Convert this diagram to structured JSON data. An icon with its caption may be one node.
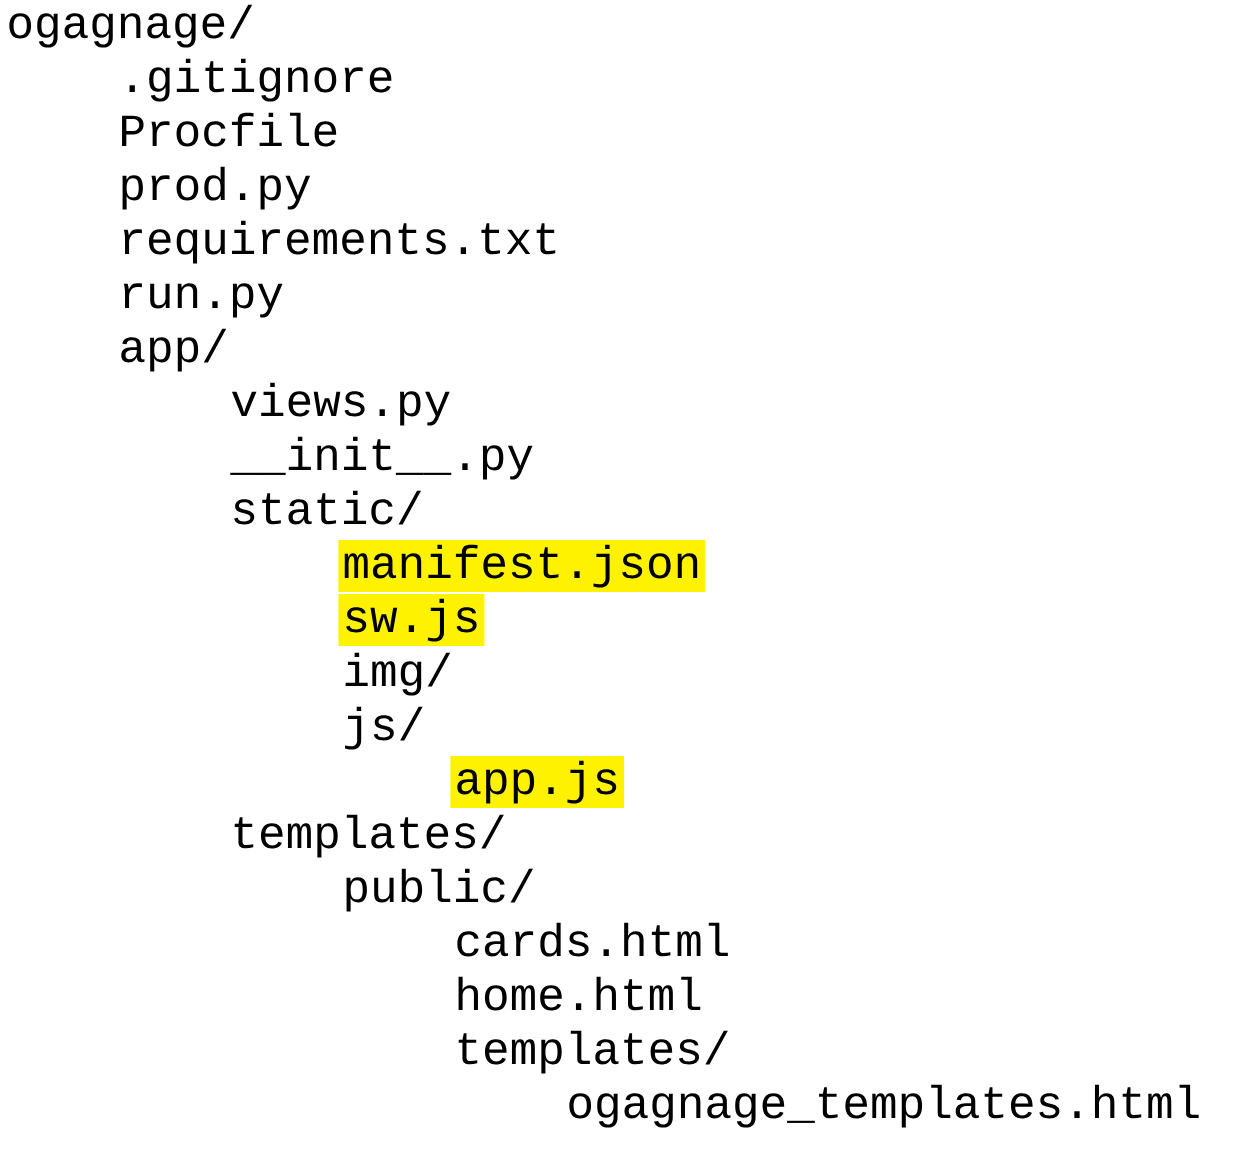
{
  "diagram": {
    "labels": [
      "ogagnage/",
      ".gitignore",
      "Procfile",
      "prod.py",
      "requirements.txt",
      "run.py",
      "app/",
      "views.py",
      "__init__.py",
      "static/",
      "manifest.json",
      "sw.js",
      "img/",
      "js/",
      "app.js",
      "templates/",
      "public/",
      "cards.html",
      "home.html",
      "templates/",
      "ogagnage_templates.html"
    ]
  }
}
